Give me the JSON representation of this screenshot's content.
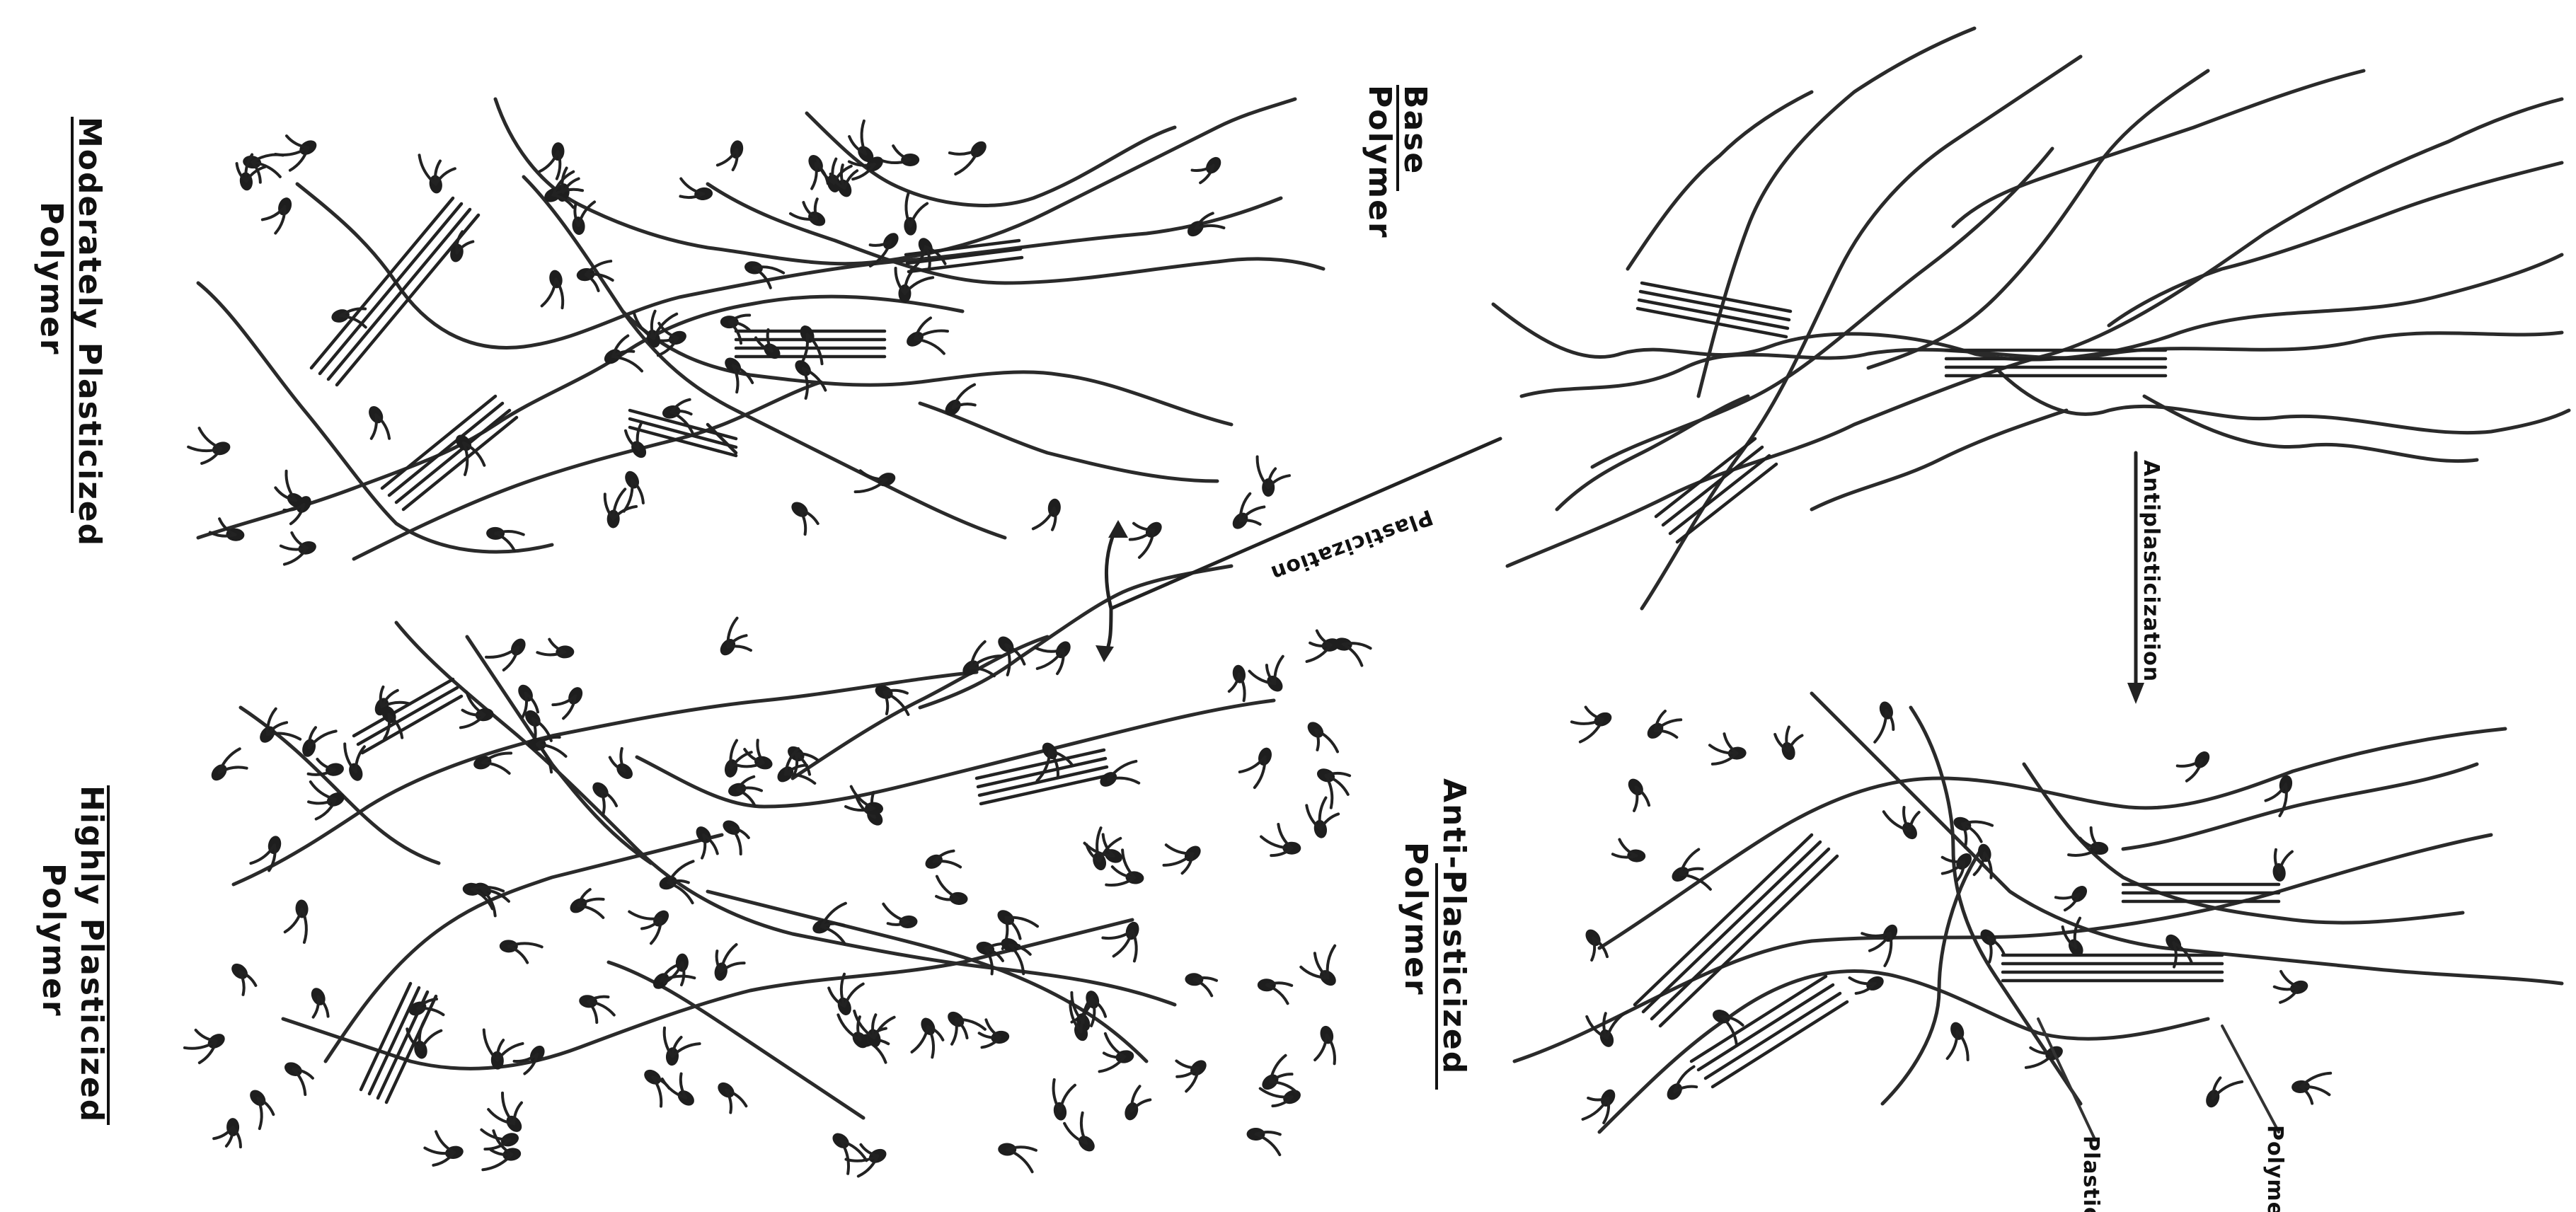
{
  "figure": {
    "panels": [
      {
        "id": "base",
        "label_line1": "Base",
        "label_line2": "Polymer"
      },
      {
        "id": "moderate",
        "label_line1": "Moderately Plasticized",
        "label_line2": "Polymer"
      },
      {
        "id": "anti",
        "label_line1": "Anti-Plasticized",
        "label_line2": "Polymer"
      },
      {
        "id": "high",
        "label_line1": "Highly Plasticized",
        "label_line2": "Polymer"
      }
    ],
    "arrows": {
      "plasticization": "Plasticization",
      "antiplasticization": "Antiplasticization"
    },
    "callouts": {
      "polymer": "Polymer",
      "plasticizer": "Plasticizer"
    }
  }
}
